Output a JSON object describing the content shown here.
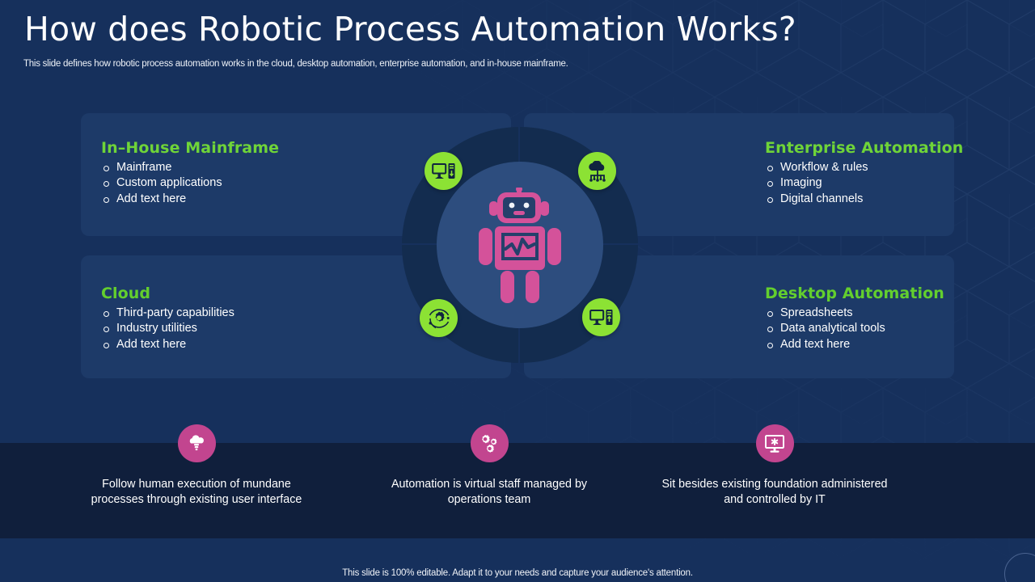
{
  "header": {
    "title": "How does Robotic Process Automation Works?",
    "subtitle": "This slide defines how robotic process automation works in the cloud, desktop automation, enterprise automation, and in-house mainframe."
  },
  "quadrants": [
    {
      "id": "in-house-mainframe",
      "title": "In–House Mainframe",
      "items": [
        "Mainframe",
        "Custom applications",
        "Add text here"
      ]
    },
    {
      "id": "cloud",
      "title": "Cloud",
      "items": [
        "Third-party  capabilities",
        "Industry  utilities",
        "Add text here"
      ]
    },
    {
      "id": "enterprise-automation",
      "title": "Enterprise Automation",
      "items": [
        "Workflow & rules",
        "Imaging",
        "Digital channels"
      ]
    },
    {
      "id": "desktop-automation",
      "title": "Desktop Automation",
      "items": [
        "Spreadsheets",
        "Data analytical  tools",
        "Add text here"
      ]
    }
  ],
  "center": {
    "icon": "robot-icon",
    "nodes": [
      {
        "icon": "desktop-tower-icon",
        "position": "top-left"
      },
      {
        "icon": "cloud-network-icon",
        "position": "top-right"
      },
      {
        "icon": "gear-orbit-icon",
        "position": "bottom-left"
      },
      {
        "icon": "desktop-tower-icon",
        "position": "bottom-right"
      }
    ]
  },
  "bottom_items": [
    {
      "icon": "brain-idea-icon",
      "caption": "Follow human execution of mundane processes through existing user interface"
    },
    {
      "icon": "gears-icon",
      "caption": "Automation is virtual staff managed by operations team"
    },
    {
      "icon": "monitor-star-icon",
      "caption": "Sit besides existing foundation administered and controlled by IT"
    }
  ],
  "footer": {
    "note": "This slide is 100% editable. Adapt it to your needs and capture your audience's attention."
  },
  "colors": {
    "background": "#16305c",
    "panel": "#1d3a68",
    "accent_green": "#6fd438",
    "node_green": "#8ce234",
    "accent_pink": "#c2458f",
    "robot_pink": "#d4529a",
    "band_dark": "#101f3c",
    "wheel_outer": "#132c4f",
    "wheel_inner": "#2d4d7e"
  }
}
